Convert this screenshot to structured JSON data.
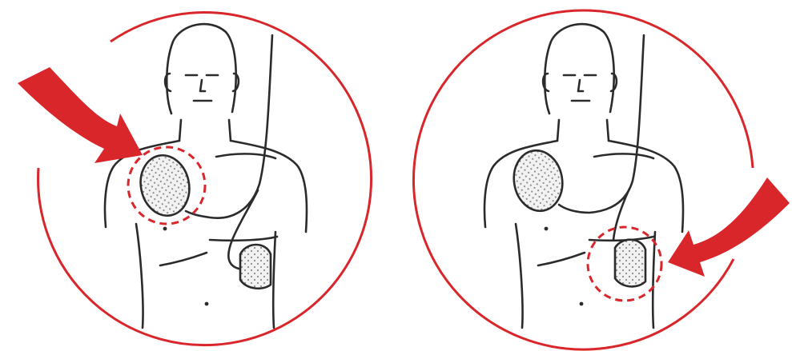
{
  "figure": {
    "panels": [
      {
        "id": "left",
        "highlighted_pad": "upper-right-chest"
      },
      {
        "id": "right",
        "highlighted_pad": "left-side-below-armpit"
      }
    ],
    "colors": {
      "accent_red": "#d9262b",
      "line": "#2b2b2b",
      "pad_fill": "#f2f2f2",
      "pad_dots": "#8c8c8c",
      "background": "#ffffff"
    },
    "icons": [
      "arrow-icon",
      "circle-frame",
      "dashed-highlight-ring",
      "electrode-pad"
    ]
  }
}
